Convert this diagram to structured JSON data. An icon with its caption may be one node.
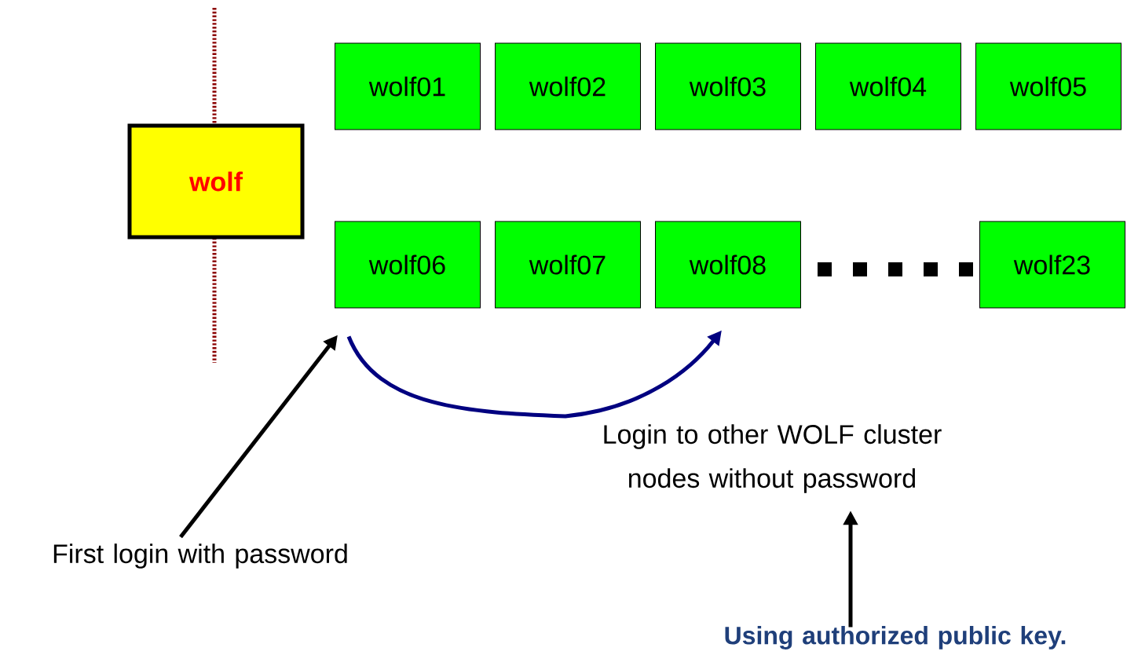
{
  "diagram": {
    "nodes": [
      {
        "text": [
          "wolf"
        ]
      },
      {
        "text": [
          "wolf01"
        ]
      },
      {
        "text": [
          "wolf02"
        ]
      },
      {
        "text": [
          "wolf03"
        ]
      },
      {
        "text": [
          "wolf04"
        ]
      },
      {
        "text": [
          "wolf05"
        ]
      },
      {
        "text": [
          "wolf06"
        ]
      },
      {
        "text": [
          "wolf07"
        ]
      },
      {
        "text": [
          "wolf08"
        ]
      },
      {
        "text": [
          "wolf23"
        ]
      },
      {
        "text": [
          "First login with password"
        ]
      },
      {
        "text": [
          "Login to other WOLF cluster nodes without password"
        ]
      },
      {
        "text": [
          "Using authorized public key."
        ]
      }
    ],
    "edges": [
      {
        "from": 10,
        "to": 6,
        "arrow": "to"
      },
      {
        "from": 6,
        "to": 8,
        "arrow": "to",
        "color": "#000080"
      },
      {
        "from": 12,
        "to": 11,
        "arrow": "to"
      }
    ]
  }
}
